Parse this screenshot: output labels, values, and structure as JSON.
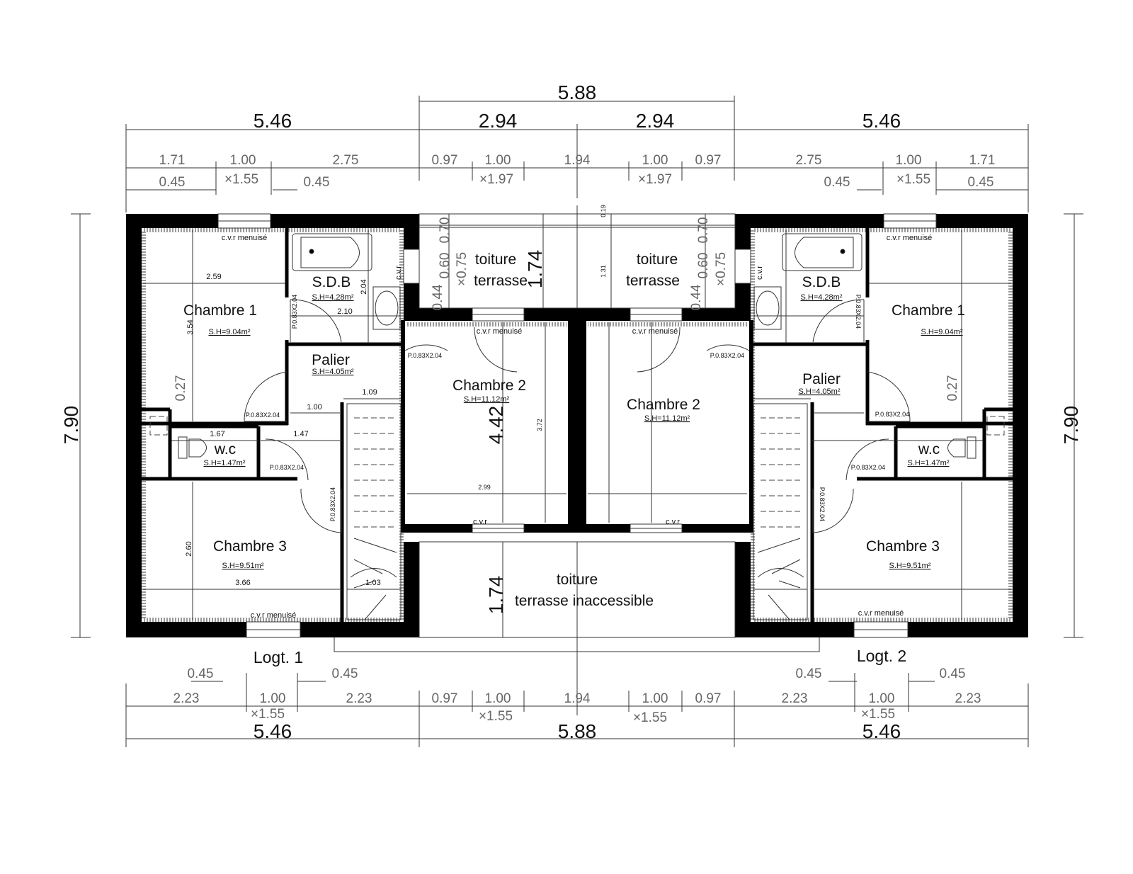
{
  "top_dims": {
    "overall_middle": "5.88",
    "row_main": [
      "5.46",
      "2.94",
      "2.94",
      "5.46"
    ],
    "row_detail": [
      "1.71",
      "1.00",
      "2.75",
      "0.97",
      "1.00",
      "1.94",
      "1.00",
      "0.97",
      "2.75",
      "1.00",
      "1.71"
    ],
    "row_sub": [
      "0.45",
      "×1.55",
      "0.45",
      "×1.97",
      "×1.97",
      "0.45",
      "×1.55",
      "0.45"
    ]
  },
  "side_dims": {
    "left": "7.90",
    "right": "7.90"
  },
  "bottom_dims": {
    "row_sub": [
      "0.45",
      "0.45",
      "0.45",
      "0.45"
    ],
    "row_detail": [
      "2.23",
      "1.00",
      "2.23",
      "0.97",
      "1.00",
      "1.94",
      "1.00",
      "0.97",
      "2.23",
      "1.00",
      "2.23"
    ],
    "row_heights": [
      "×1.55",
      "×1.55",
      "×1.55",
      "×1.55"
    ],
    "row_main": [
      "5.46",
      "5.88",
      "5.46"
    ]
  },
  "units": [
    {
      "label": "Logt. 1",
      "rooms": {
        "chambre1": {
          "name": "Chambre 1",
          "area": "S.H=9.04m²"
        },
        "sdb": {
          "name": "S.D.B",
          "area": "S.H=4.28m²"
        },
        "palier": {
          "name": "Palier",
          "area": "S.H=4.05m²"
        },
        "wc": {
          "name": "w.c",
          "area": "S.H=1.47m²"
        },
        "chambre3": {
          "name": "Chambre 3",
          "area": "S.H=9.51m²"
        },
        "chambre2": {
          "name": "Chambre 2",
          "area": "S.H=11.12m²"
        }
      },
      "inner_dims": [
        "2.59",
        "3.54",
        "2.04",
        "2.10",
        "0.27",
        "1.09",
        "1.00",
        "1.67",
        "1.47",
        "2.60",
        "3.66",
        "1.03",
        "3.72",
        "2.99",
        "4.42",
        "0.70",
        "0.60",
        "×0.75",
        "0.44",
        "1.74"
      ],
      "terrace": {
        "line1": "toiture",
        "line2": "terrasse"
      }
    },
    {
      "label": "Logt. 2",
      "rooms": {
        "chambre1": {
          "name": "Chambre 1",
          "area": "S.H=9.04m²"
        },
        "sdb": {
          "name": "S.D.B",
          "area": "S.H=4.28m²"
        },
        "palier": {
          "name": "Palier",
          "area": "S.H=4.05m²"
        },
        "wc": {
          "name": "w.c",
          "area": "S.H=1.47m²"
        },
        "chambre3": {
          "name": "Chambre 3",
          "area": "S.H=9.51m²"
        },
        "chambre2": {
          "name": "Chambre 2",
          "area": "S.H=11.12m²"
        }
      },
      "inner_dims": [
        "0.27",
        "0.19",
        "1.31",
        "0.70",
        "0.60",
        "×0.75",
        "0.44"
      ],
      "terrace": {
        "line1": "toiture",
        "line2": "terrasse"
      }
    }
  ],
  "bottom_terrace": {
    "line1": "toiture",
    "line2": "terrasse inaccessible",
    "dim": "1.74"
  },
  "annotations": {
    "cvr_menuise": "c.v.r menuisé",
    "cvr": "c.v.r",
    "door": "P.0.83X2.04"
  }
}
